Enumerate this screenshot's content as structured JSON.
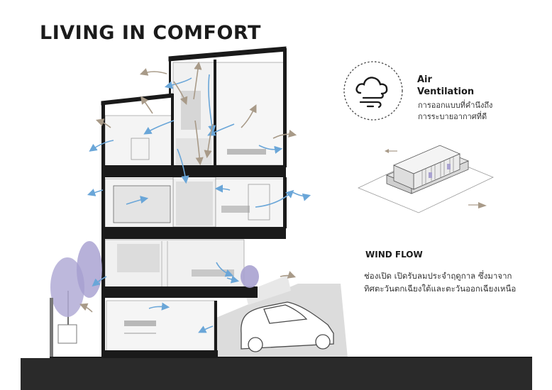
{
  "title": "LIVING IN COMFORT",
  "ventilation": {
    "title_line1": "Air",
    "title_line2": "Ventilation",
    "desc_line1": "การออกแบบที่คำนึงถึง",
    "desc_line2": "การระบายอากาศที่ดี",
    "icon": "cloud-wind-icon"
  },
  "wind_flow": {
    "title": "WIND FLOW",
    "desc_line1": "ช่องเปิด เปิดรับลมประจำฤดูกาล ซึ่งมาจาก",
    "desc_line2": "ทิศตะวันตกเฉียงใต้และตะวันออกเฉียงเหนือ"
  },
  "colors": {
    "air_arrow": "#6aa6d8",
    "wind_arrow": "#a89a88",
    "structure": "#1a1a1a",
    "tree": "#a9a2d0",
    "pavement": "#d9d9d9",
    "ground": "#2a2a2a"
  }
}
